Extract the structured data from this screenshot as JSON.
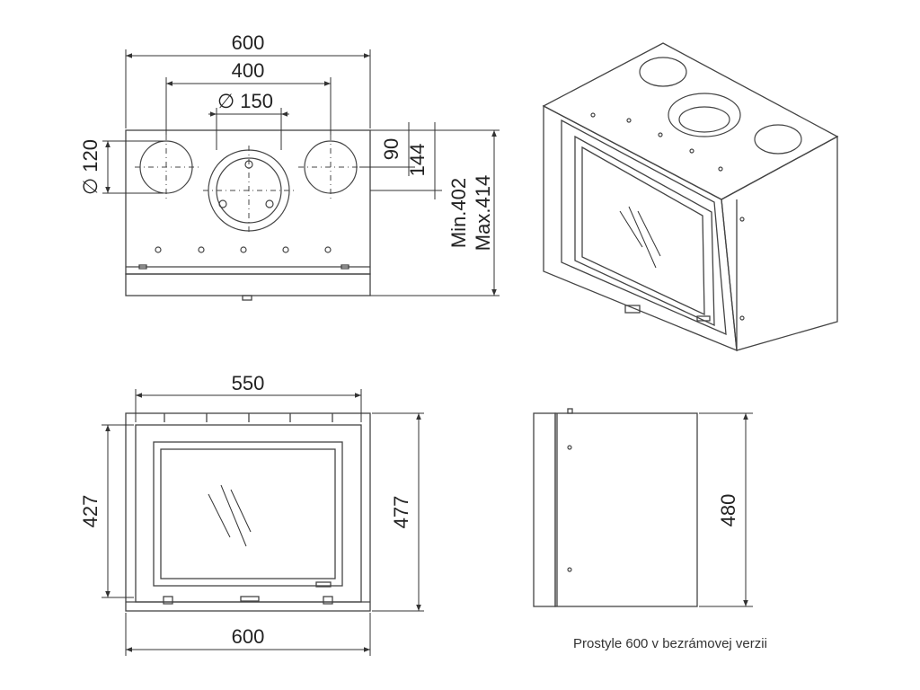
{
  "dimensions": {
    "top_view": {
      "overall_width": "600",
      "hole_spacing": "400",
      "center_flue_diameter": "150",
      "side_hole_diameter": "120",
      "hole_offset_small": "90",
      "hole_offset_large": "144",
      "height_min": "Min.402",
      "height_max": "Max.414"
    },
    "front_view": {
      "inner_width": "550",
      "inner_height": "427",
      "outer_height": "477",
      "overall_width": "600"
    },
    "side_view": {
      "depth": "480"
    }
  },
  "diameter_symbol": "∅",
  "caption": "Prostyle 600 v bezrámovej verzii",
  "colors": {
    "line": "#444444",
    "text": "#222222",
    "background": "#ffffff"
  }
}
